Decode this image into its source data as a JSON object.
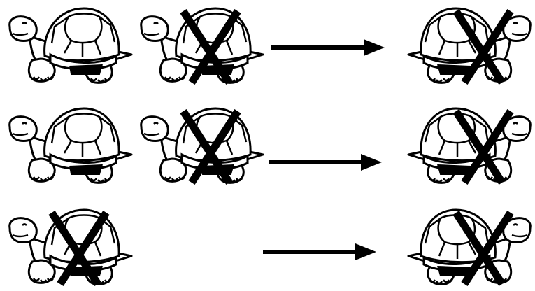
{
  "diagram": {
    "rows": [
      {
        "left": [
          {
            "icon": "turtle-icon",
            "facing": "right",
            "crossed": false
          },
          {
            "icon": "turtle-icon",
            "facing": "right",
            "crossed": true
          }
        ],
        "arrow": "arrow-right-icon",
        "right": [
          {
            "icon": "turtle-icon",
            "facing": "left",
            "crossed": true
          }
        ]
      },
      {
        "left": [
          {
            "icon": "turtle-icon",
            "facing": "right",
            "crossed": false
          },
          {
            "icon": "turtle-icon",
            "facing": "right",
            "crossed": true
          }
        ],
        "arrow": "arrow-right-icon",
        "right": [
          {
            "icon": "turtle-icon",
            "facing": "left",
            "crossed": true
          }
        ]
      },
      {
        "left": [
          {
            "icon": "turtle-icon",
            "facing": "right",
            "crossed": true
          }
        ],
        "arrow": "arrow-right-icon",
        "right": [
          {
            "icon": "turtle-icon",
            "facing": "left",
            "crossed": true
          }
        ]
      }
    ],
    "colors": {
      "ink": "#000000",
      "fill": "#ffffff"
    }
  }
}
